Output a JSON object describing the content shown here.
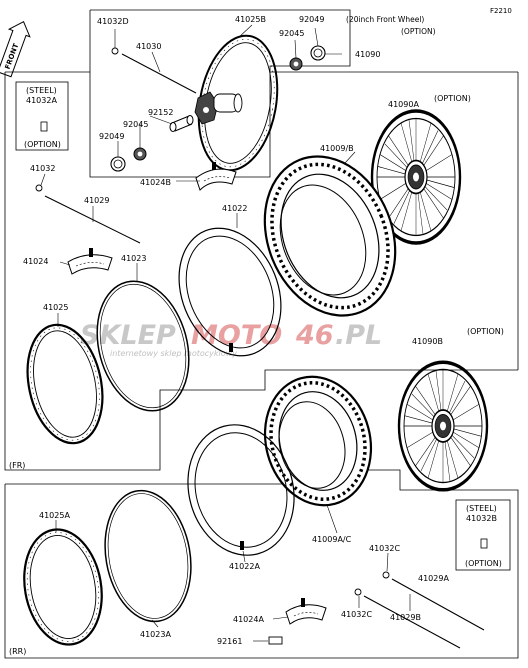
{
  "page_code": "F2210",
  "front_badge": "FRONT",
  "watermark": {
    "part1": "SKLEP",
    "part2": "MOTO",
    "part3": "46",
    "part4": ".PL",
    "tagline": "internetowy sklep motocyklowy"
  },
  "sections": {
    "front": "(FR)",
    "rear": "(RR)"
  },
  "boxes": {
    "front_wheel_title": "(20inch Front Wheel)",
    "front_wheel_option": "(OPTION)",
    "steel_top": "(STEEL)",
    "steel_top_part": "41032A",
    "steel_top_option": "(OPTION)",
    "steel_bottom": "(STEEL)",
    "steel_bottom_part": "41032B",
    "steel_bottom_option": "(OPTION)"
  },
  "parts": {
    "p41032D": "41032D",
    "p41025B": "41025B",
    "p92049a": "92049",
    "p41030": "41030",
    "p92045a": "92045",
    "p41090": "41090",
    "p92152": "92152",
    "p92045b": "92045",
    "p92049b": "92049",
    "p41024B": "41024B",
    "p41090A": "41090A",
    "p41090A_opt": "(OPTION)",
    "p41032": "41032",
    "p41009B": "41009/B",
    "p41029": "41029",
    "p41022": "41022",
    "p41024": "41024",
    "p41023": "41023",
    "p41025": "41025",
    "p41090B": "41090B",
    "p41090B_opt": "(OPTION)",
    "p41025A": "41025A",
    "p41009AC": "41009A/C",
    "p41032C1": "41032C",
    "p41029A": "41029A",
    "p41022A": "41022A",
    "p41024A": "41024A",
    "p41032C2": "41032C",
    "p41023A": "41023A",
    "p92161": "92161",
    "p41029B": "41029B"
  },
  "colors": {
    "line": "#000000",
    "watermark_grey": "#c8c8c8",
    "watermark_red": "#e8a0a0",
    "tagline": "#c0c0c0"
  }
}
